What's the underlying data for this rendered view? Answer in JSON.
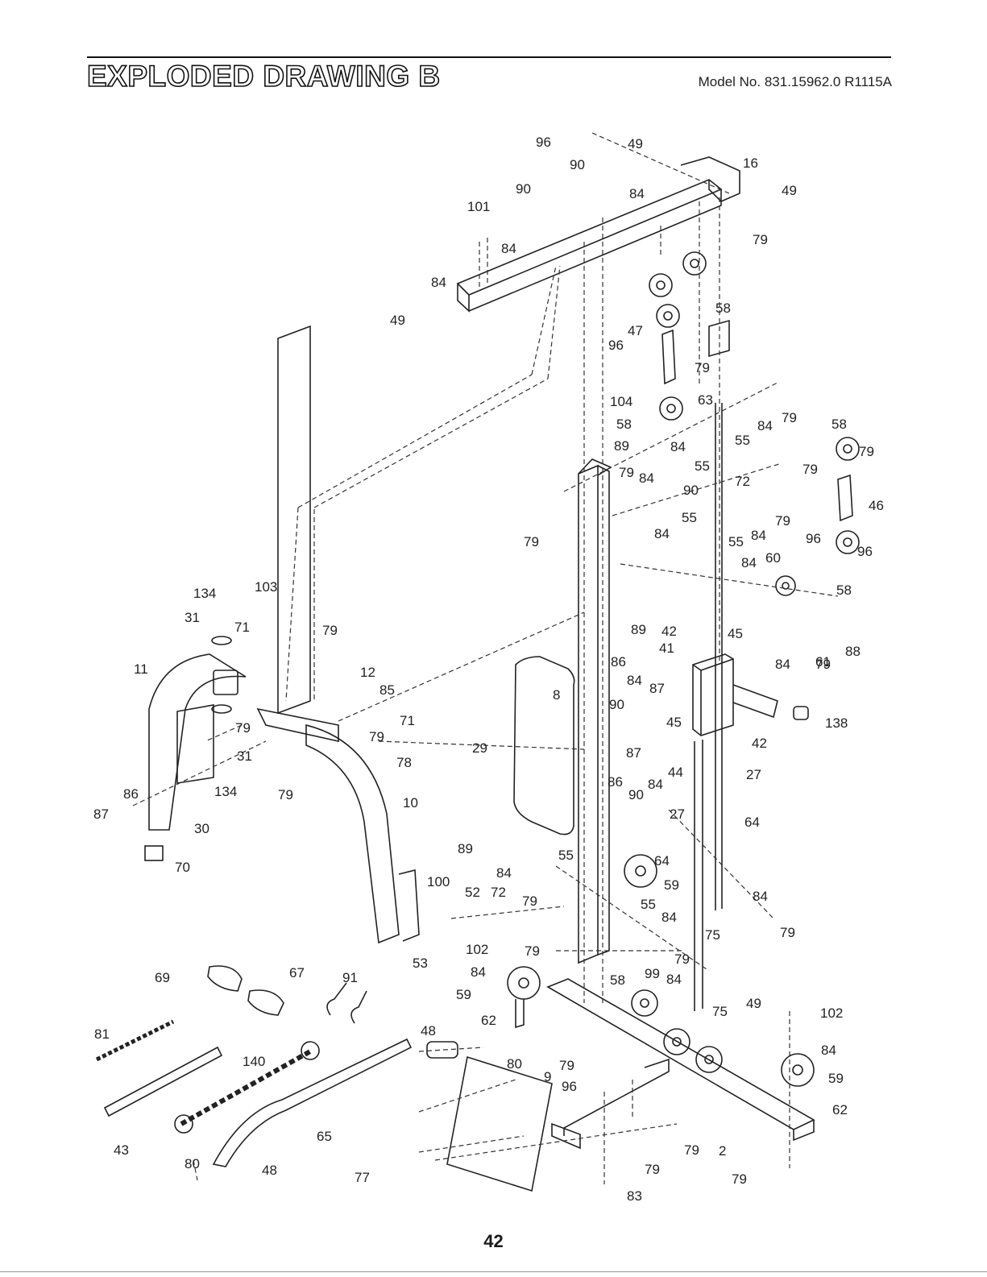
{
  "header": {
    "title": "EXPLODED DRAWING B",
    "model": "Model No. 831.15962.0 R1115A"
  },
  "page_number": "42",
  "part_labels": [
    "96",
    "49",
    "90",
    "16",
    "49",
    "90",
    "84",
    "101",
    "84",
    "79",
    "84",
    "49",
    "58",
    "47",
    "96",
    "79",
    "104",
    "63",
    "79",
    "84",
    "58",
    "55",
    "58",
    "89",
    "84",
    "55",
    "79",
    "72",
    "79",
    "79",
    "84",
    "90",
    "46",
    "55",
    "84",
    "79",
    "96",
    "96",
    "79",
    "84",
    "55",
    "84",
    "60",
    "58",
    "134",
    "103",
    "89",
    "42",
    "31",
    "71",
    "79",
    "45",
    "61",
    "88",
    "8",
    "86",
    "41",
    "84",
    "79",
    "11",
    "12",
    "84",
    "87",
    "85",
    "90",
    "138",
    "71",
    "79",
    "45",
    "31",
    "79",
    "42",
    "87",
    "29",
    "78",
    "86",
    "44",
    "27",
    "90",
    "84",
    "134",
    "79",
    "10",
    "27",
    "64",
    "86",
    "87",
    "30",
    "70",
    "89",
    "55",
    "64",
    "84",
    "100",
    "59",
    "55",
    "52",
    "72",
    "79",
    "84",
    "84",
    "102",
    "79",
    "79",
    "53",
    "75",
    "79",
    "84",
    "99",
    "84",
    "69",
    "67",
    "91",
    "58",
    "75",
    "49",
    "102",
    "59",
    "48",
    "62",
    "81",
    "80",
    "84",
    "140",
    "79",
    "9",
    "96",
    "59",
    "62",
    "65",
    "79",
    "2",
    "43",
    "80",
    "48",
    "77",
    "79",
    "79",
    "83"
  ]
}
